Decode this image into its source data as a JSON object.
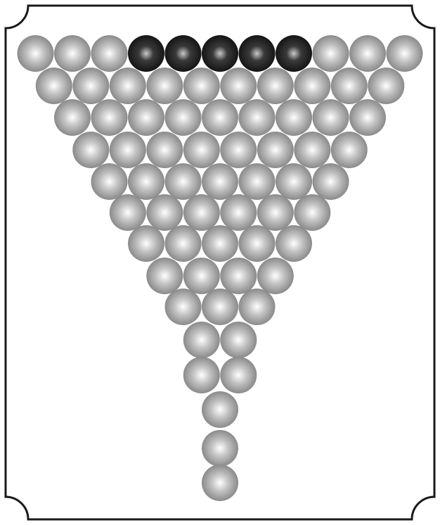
{
  "diagram": {
    "colors": {
      "frame_stroke": "#1a1a1a",
      "background": "#ffffff",
      "light_bead_highlight": "#ffffff",
      "light_bead_mid": "#c4c4c4",
      "light_bead_edge": "#8a8a8a",
      "dark_bead_highlight": "#c8c8c8",
      "dark_bead_mid": "#3a3a3a",
      "dark_bead_edge": "#151515"
    },
    "bead_rows": [
      [
        "light",
        "light",
        "light",
        "dark",
        "dark",
        "dark",
        "dark",
        "dark",
        "light",
        "light",
        "light"
      ],
      [
        "light",
        "light",
        "light",
        "light",
        "light",
        "light",
        "light",
        "light",
        "light",
        "light"
      ],
      [
        "light",
        "light",
        "light",
        "light",
        "light",
        "light",
        "light",
        "light",
        "light"
      ],
      [
        "light",
        "light",
        "light",
        "light",
        "light",
        "light",
        "light",
        "light"
      ],
      [
        "light",
        "light",
        "light",
        "light",
        "light",
        "light",
        "light"
      ],
      [
        "light",
        "light",
        "light",
        "light",
        "light",
        "light"
      ],
      [
        "light",
        "light",
        "light",
        "light",
        "light"
      ],
      [
        "light",
        "light",
        "light",
        "light"
      ],
      [
        "light",
        "light",
        "light"
      ],
      [
        "light",
        "light"
      ],
      [
        "light",
        "light"
      ],
      [
        "light"
      ],
      [
        "light"
      ],
      [
        "light"
      ]
    ]
  }
}
